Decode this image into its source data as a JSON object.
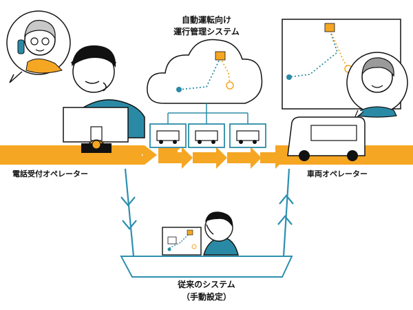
{
  "cloud_system": {
    "title_line1": "自動運転向け",
    "title_line2": "運行管理システム"
  },
  "phone_operator": {
    "label": "電話受付オペレーター"
  },
  "vehicle_operator": {
    "label": "車両オペレーター"
  },
  "legacy_system": {
    "title_line1": "従来のシステム",
    "title_line2": "（手動設定）"
  },
  "colors": {
    "accent_orange": "#f5a623",
    "accent_teal": "#2a8aa6",
    "arrow_blue": "#2c8fb0",
    "ink": "#111111"
  }
}
